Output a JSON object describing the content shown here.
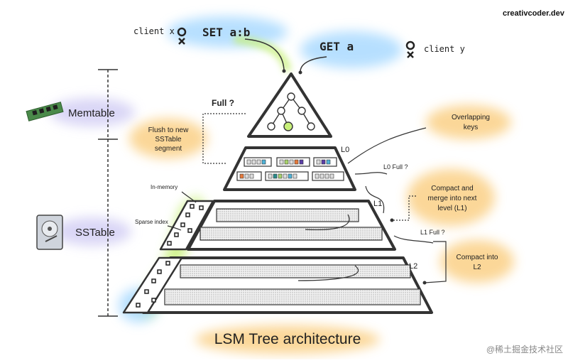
{
  "brand": "creativcoder.dev",
  "watermark": "@稀土掘金技术社区",
  "title": "LSM Tree architecture",
  "clients": {
    "x": {
      "label": "client x",
      "command": "SET a:b"
    },
    "y": {
      "label": "client y",
      "command": "GET a"
    }
  },
  "memtable": {
    "label": "Memtable",
    "full_question": "Full ?"
  },
  "sstable": {
    "label": "SSTable"
  },
  "annotations": {
    "flush": [
      "Flush to new",
      "SSTable",
      "segment"
    ],
    "overlapping": [
      "Overlapping",
      "keys"
    ],
    "compact_next": [
      "Compact and",
      "merge into next",
      "level (L1)"
    ],
    "compact_l2": [
      "Compact into",
      "L2"
    ],
    "in_memory": "In-memory",
    "sparse_index": "Sparse index"
  },
  "levels": {
    "l0": "L0",
    "l0_full": "L0 Full ?",
    "l1": "L1",
    "l1_full": "L1 Full ?",
    "l2": "L2"
  },
  "colors": {
    "outline": "#3a3a3a",
    "highlight_orange": "#fbd38d",
    "highlight_blue": "#a5d8ff",
    "highlight_green": "#c8f07a",
    "highlight_purple": "#d6d2f5",
    "block_colors": [
      "#4fb3d9",
      "#a8d26b",
      "#e57a3c",
      "#5b3fa8",
      "#2a8c8c"
    ]
  }
}
